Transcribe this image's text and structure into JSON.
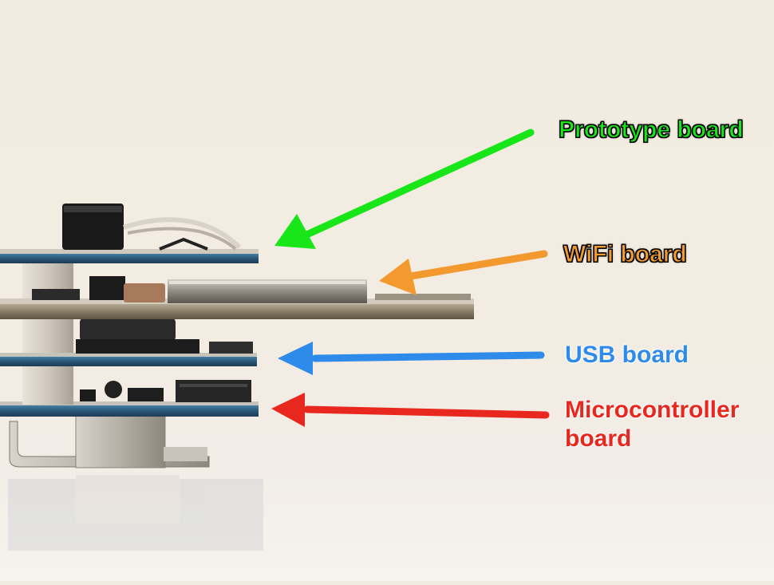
{
  "labels": {
    "prototype": "Prototype board",
    "wifi": "WiFi board",
    "usb": "USB board",
    "microcontroller_line1": "Microcontroller",
    "microcontroller_line2": "board"
  },
  "colors": {
    "prototype": "#19e619",
    "wifi": "#f29a2e",
    "usb": "#2f8bea",
    "microcontroller": "#e8281e",
    "pcb_edge": "#2e5f86",
    "background": "#f2ebe0"
  },
  "icons": [
    "arrow-prototype",
    "arrow-wifi",
    "arrow-usb",
    "arrow-microcontroller"
  ]
}
